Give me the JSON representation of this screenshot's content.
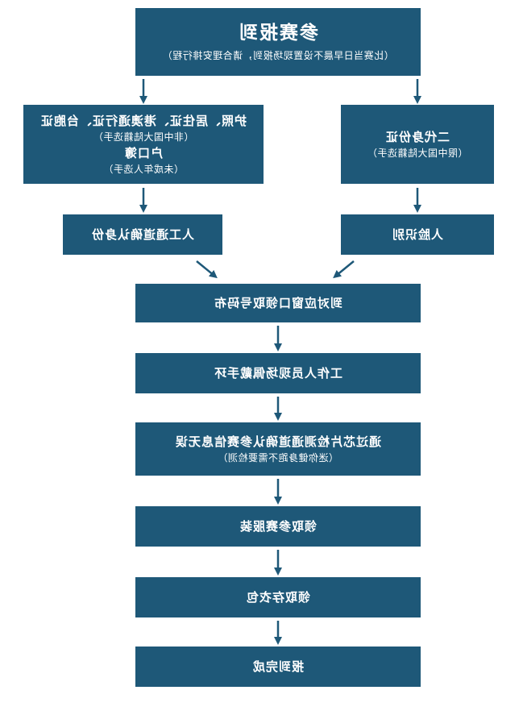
{
  "flow": {
    "start": {
      "title": "参赛报到",
      "note": "（比赛当日早晨不设置现场报到，请合理安排行程）"
    },
    "left_branch": {
      "docs_line1": "护照、居住证、港澳通行证、台胞证",
      "docs_line1_note": "（非中国大陆籍选手）",
      "docs_line2": "户口簿",
      "docs_line2_note": "（未成年人选手）",
      "verify": "人工通道确认身份"
    },
    "right_branch": {
      "docs": "二代身份证",
      "docs_note": "（限中国大陆籍选手）",
      "verify": "人脸识别"
    },
    "steps": [
      {
        "label": "到对应窗口领取号码布",
        "note": ""
      },
      {
        "label": "工作人员现场佩戴手环",
        "note": ""
      },
      {
        "label": "通过芯片检测通道确认参赛信息无误",
        "note": "（迷你健身跑不需要检测）"
      },
      {
        "label": "领取参赛服装",
        "note": ""
      },
      {
        "label": "领取存衣包",
        "note": ""
      },
      {
        "label": "报到完成",
        "note": ""
      }
    ]
  },
  "colors": {
    "box_fill": "#1e5878",
    "box_text": "#ffffff",
    "arrow": "#1e5878",
    "background": "#ffffff"
  }
}
